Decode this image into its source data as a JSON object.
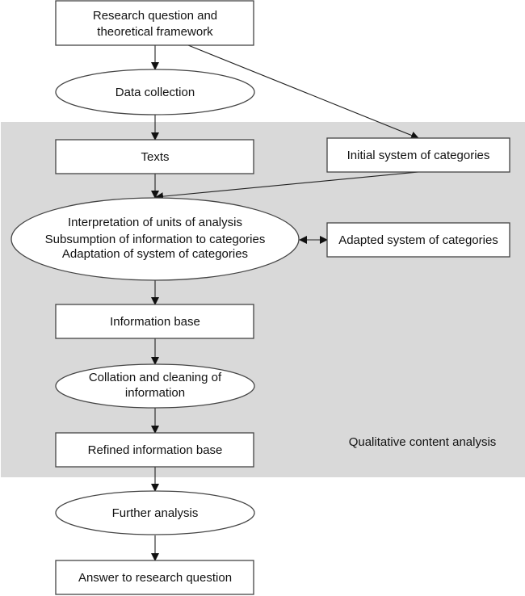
{
  "diagram": {
    "group": {
      "label": "Qualitative content analysis",
      "fill": "#d9d9d9"
    },
    "nodes": {
      "research": {
        "shape": "rect",
        "lines": [
          "Research question and",
          "theoretical framework"
        ]
      },
      "collection": {
        "shape": "ellipse",
        "lines": [
          "Data collection"
        ]
      },
      "texts": {
        "shape": "rect",
        "lines": [
          "Texts"
        ]
      },
      "initial": {
        "shape": "rect",
        "lines": [
          "Initial system of categories"
        ]
      },
      "interpretation": {
        "shape": "ellipse",
        "lines": [
          "Interpretation of units of analysis",
          "Subsumption of information to categories",
          "Adaptation of system of categories"
        ]
      },
      "adapted": {
        "shape": "rect",
        "lines": [
          "Adapted system of categories"
        ]
      },
      "infobase": {
        "shape": "rect",
        "lines": [
          "Information base"
        ]
      },
      "collation": {
        "shape": "ellipse",
        "lines": [
          "Collation and cleaning of",
          "information"
        ]
      },
      "refined": {
        "shape": "rect",
        "lines": [
          "Refined information base"
        ]
      },
      "further": {
        "shape": "ellipse",
        "lines": [
          "Further analysis"
        ]
      },
      "answer": {
        "shape": "rect",
        "lines": [
          "Answer to research question"
        ]
      }
    },
    "edges": [
      {
        "from": "research",
        "to": "collection",
        "type": "directed"
      },
      {
        "from": "research",
        "to": "initial",
        "type": "directed"
      },
      {
        "from": "collection",
        "to": "texts",
        "type": "directed"
      },
      {
        "from": "texts",
        "to": "interpretation",
        "type": "directed"
      },
      {
        "from": "initial",
        "to": "interpretation",
        "type": "directed"
      },
      {
        "from": "interpretation",
        "to": "adapted",
        "type": "bidirectional"
      },
      {
        "from": "interpretation",
        "to": "infobase",
        "type": "directed"
      },
      {
        "from": "infobase",
        "to": "collation",
        "type": "directed"
      },
      {
        "from": "collation",
        "to": "refined",
        "type": "directed"
      },
      {
        "from": "refined",
        "to": "further",
        "type": "directed"
      },
      {
        "from": "further",
        "to": "answer",
        "type": "directed"
      }
    ]
  }
}
